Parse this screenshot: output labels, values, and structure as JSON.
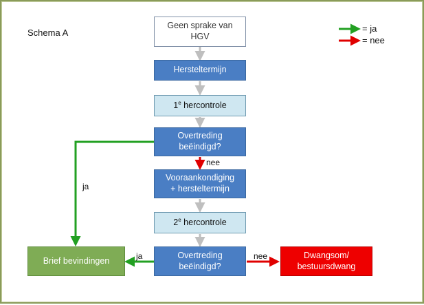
{
  "diagram": {
    "title": "Schema A",
    "legend": [
      {
        "color": "#22a022",
        "label": "= ja"
      },
      {
        "color": "#e00000",
        "label": "= nee"
      }
    ],
    "nodes": {
      "start": "Geen sprake van\nHGV",
      "hersteltermijn": "Hersteltermijn",
      "hercontrole1": {
        "prefix": "1",
        "sup": "e",
        "suffix": " hercontrole"
      },
      "overtreding1": "Overtreding\nbeëindigd?",
      "vooraankondiging": "Vooraankondiging\n+ hersteltermijn",
      "hercontrole2": {
        "prefix": "2",
        "sup": "e",
        "suffix": " hercontrole"
      },
      "overtreding2": "Overtreding\nbeëindigd?",
      "brief": "Brief bevindingen",
      "dwangsom": "Dwangsom/\nbestuursdwang"
    },
    "edge_labels": {
      "nee_down": "nee",
      "ja_left_vertical": "ja",
      "ja_bottom": "ja",
      "nee_right": "nee"
    },
    "colors": {
      "gray_arrow": "#bfbfbf",
      "ja": "#22a022",
      "nee": "#e00000",
      "dark_box": "#4a7ec4",
      "light_box": "#cfe7f1",
      "green_box": "#7fac55",
      "red_box": "#ee0000"
    }
  }
}
